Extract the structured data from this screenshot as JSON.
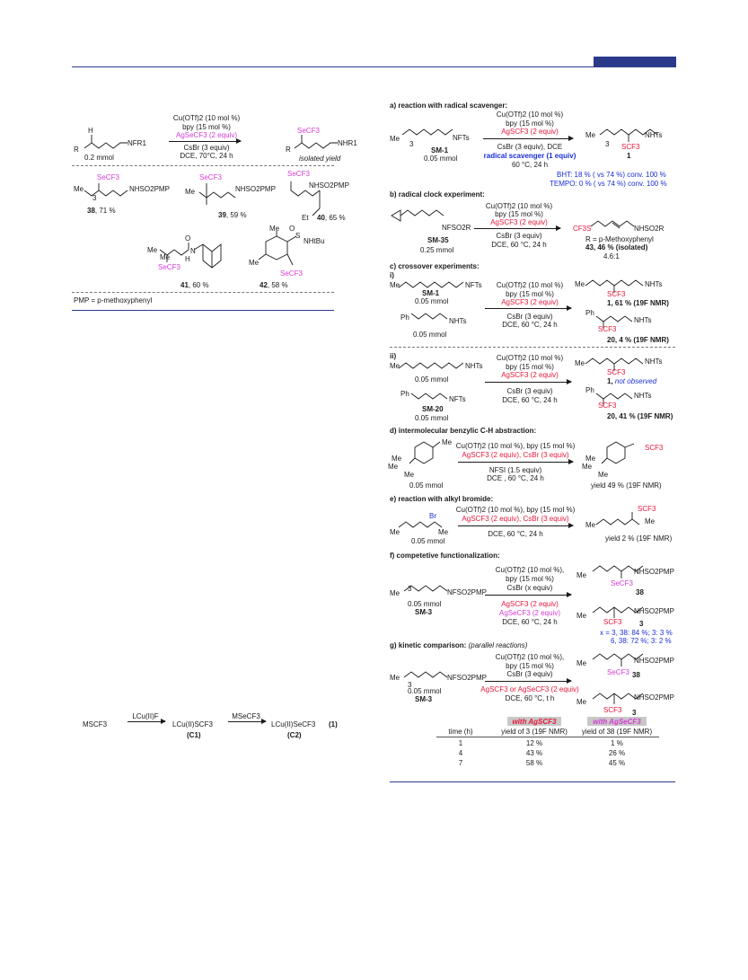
{
  "left": {
    "scheme": {
      "reagents": [
        "Cu(OTf)2 (10 mol %)",
        "bpy (15 mol %)",
        "AgSeCF3 (2 equiv)",
        "CsBr (3 equiv)",
        "DCE, 70°C, 24 h"
      ],
      "sm_amount": "0.2 mmol",
      "sm_label": "NFR1",
      "sm_r": "R",
      "sm_h": "H",
      "product_label": "NHR1",
      "product_group": "SeCF3",
      "product_yield": "isolated yield"
    },
    "products": [
      {
        "id": "38",
        "yield": ", 71 %",
        "group": "SeCF3",
        "label": "NHSO2PMP",
        "sub": "Me",
        "n": "3"
      },
      {
        "id": "39",
        "yield": ", 59 %",
        "group": "SeCF3",
        "label": "NHSO2PMP",
        "sub": "Me"
      },
      {
        "id": "40",
        "yield": ", 65 %",
        "group": "SeCF3",
        "label": "NHSO2PMP",
        "sub": "Et"
      },
      {
        "id": "41",
        "yield": ", 60 %",
        "group": "SeCF3",
        "label": "N",
        "sub": "Me",
        "o": "O",
        "h": "H"
      },
      {
        "id": "42",
        "yield": ", 58 %",
        "group": "SeCF3",
        "label": "NHtBu",
        "sub": "Me",
        "o": "O",
        "s": "S"
      }
    ],
    "footnote": "PMP = p-methoxyphenyl",
    "equation": {
      "m1": "MSCF3",
      "a1": "LCu(II)F",
      "m2": "LCu(II)SCF3",
      "c1": "(C1)",
      "a2": "MSeCF3",
      "m3": "LCu(II)SeCF3",
      "c2": "(C2)",
      "num": "(1)"
    }
  },
  "right": {
    "a": {
      "heading": "a) reaction with radical scavenger:",
      "reagents": [
        "Cu(OTf)2 (10 mol %)",
        "bpy (15 mol %)",
        "AgSCF3 (2 equiv)",
        "CsBr (3 equiv), DCE",
        "radical scavenger (1 equiv)",
        "60 °C, 24 h"
      ],
      "sm": "SM-1",
      "sm_amount": "0.05 mmol",
      "sm_label": "NFTs",
      "me": "Me",
      "n": "3",
      "product": "1",
      "product_label": "NHTs",
      "product_group": "SCF3",
      "bht": "BHT: 18 % ( vs 74 %) conv. 100 %",
      "tempo": "TEMPO: 0 % ( vs 74 %) conv. 100 %"
    },
    "b": {
      "heading": "b) radical clock experiment:",
      "reagents": [
        "Cu(OTf)2 (10 mol %)",
        "bpy (15 mol %)",
        "AgSCF3 (2 equiv)",
        "CsBr (3 equiv)",
        "DCE, 60 °C, 24 h"
      ],
      "sm": "SM-35",
      "sm_amount": "0.25 mmol",
      "sm_label": "NFSO2R",
      "r_def": "R = p-Methoxyphenyl",
      "product": "43, 46 % (isolated)",
      "ratio": "4.6:1",
      "prod_left": "CF3S",
      "prod_right": "NHSO2R"
    },
    "c": {
      "heading": "c) crossover experiments:",
      "i": "i)",
      "ii": "ii)",
      "reagents": [
        "Cu(OTf)2 (10 mol %)",
        "bpy (15 mol %)",
        "AgSCF3 (2 equiv)",
        "CsBr (3 equiv)",
        "DCE, 60 °C, 24 h"
      ],
      "i_sm1": "SM-1",
      "i_sm1_amount": "0.05 mmol",
      "i_sm1_label": "NFTs",
      "i_sm2_amount": "0.05 mmol",
      "i_sm2_label": "NHTs",
      "ph": "Ph",
      "i_p1": "1, 61 % (19F NMR)",
      "i_p2": "20, 4 %  (19F NMR)",
      "ii_sm1_amount": "0.05 mmol",
      "ii_sm1_label": "NHTs",
      "ii_sm2": "SM-20",
      "ii_sm2_amount": "0.05 mmol",
      "ii_sm2_label": "NFTs",
      "ii_p1": "1, ",
      "ii_p1_note": "not observed",
      "ii_p2": "20, 41 %  (19F NMR)",
      "group": "SCF3",
      "me": "Me"
    },
    "d": {
      "heading": "d) intermolecular benzylic C-H abstraction:",
      "reagents": [
        "Cu(OTf)2 (10 mol %), bpy (15 mol %)",
        "AgSCF3 (2 equiv), CsBr (3 equiv)",
        "NFSI (1.5 equiv)",
        "DCE   , 60 °C, 24 h"
      ],
      "sm_amount": "0.05 mmol",
      "yield": "yield 49 % (19F NMR)",
      "group": "SCF3",
      "me": "Me"
    },
    "e": {
      "heading": "e) reaction with alkyl bromide:",
      "reagents": [
        "Cu(OTf)2 (10 mol %), bpy (15 mol %)",
        "AgSCF3 (2 equiv), CsBr (3 equiv)",
        "DCE, 60 °C, 24 h"
      ],
      "sm_amount": "0.05 mmol",
      "yield": "yield 2 % (19F NMR)",
      "br": "Br",
      "group": "SCF3",
      "me": "Me"
    },
    "f": {
      "heading": "f) competetive functionalization:",
      "reagents_top": [
        "Cu(OTf)2 (10 mol %),",
        "bpy (15 mol %)",
        "CsBr (x equiv)"
      ],
      "reagents_bot": [
        "AgSCF3 (2 equiv)",
        "AgSeCF3 (2 equiv)",
        "DCE, 60 °C, 24 h"
      ],
      "sm": "SM-3",
      "sm_amount": "0.05 mmol",
      "sm_label": "NFSO2PMP",
      "p1": "38",
      "p2": "3",
      "p_label": "NHSO2PMP",
      "g1": "SeCF3",
      "g2": "SCF3",
      "r1": "x = 3, 38: 84 %; 3: 3 %",
      "r2": "6, 38: 72 %; 3: 2 %"
    },
    "g": {
      "heading": "g) kinetic comparison:",
      "heading_note": "(parallel reactions)",
      "reagents_top": [
        "Cu(OTf)2 (10 mol %),",
        "bpy (15 mol %)",
        "CsBr (3 equiv)"
      ],
      "reagents_bot": [
        "AgSCF3 or AgSeCF3 (2 equiv)",
        "DCE, 60 °C, t h"
      ],
      "sm": "SM-3",
      "sm_amount": "0.05 mmol",
      "sm_label": "NFSO2PMP",
      "p1": "38",
      "p2": "3",
      "p_label": "NHSO2PMP",
      "g1": "SeCF3",
      "g2": "SCF3",
      "table": {
        "h_a": "with AgSCF3",
        "h_b": "with AgSeCF3",
        "col_time": "time (h)",
        "col_a": "yield of 3 (19F NMR)",
        "col_b": "yield of 38 (19F NMR)",
        "rows": [
          [
            "1",
            "12 %",
            "1 %"
          ],
          [
            "4",
            "43 %",
            "26 %"
          ],
          [
            "7",
            "58 %",
            "45 %"
          ]
        ]
      }
    }
  }
}
